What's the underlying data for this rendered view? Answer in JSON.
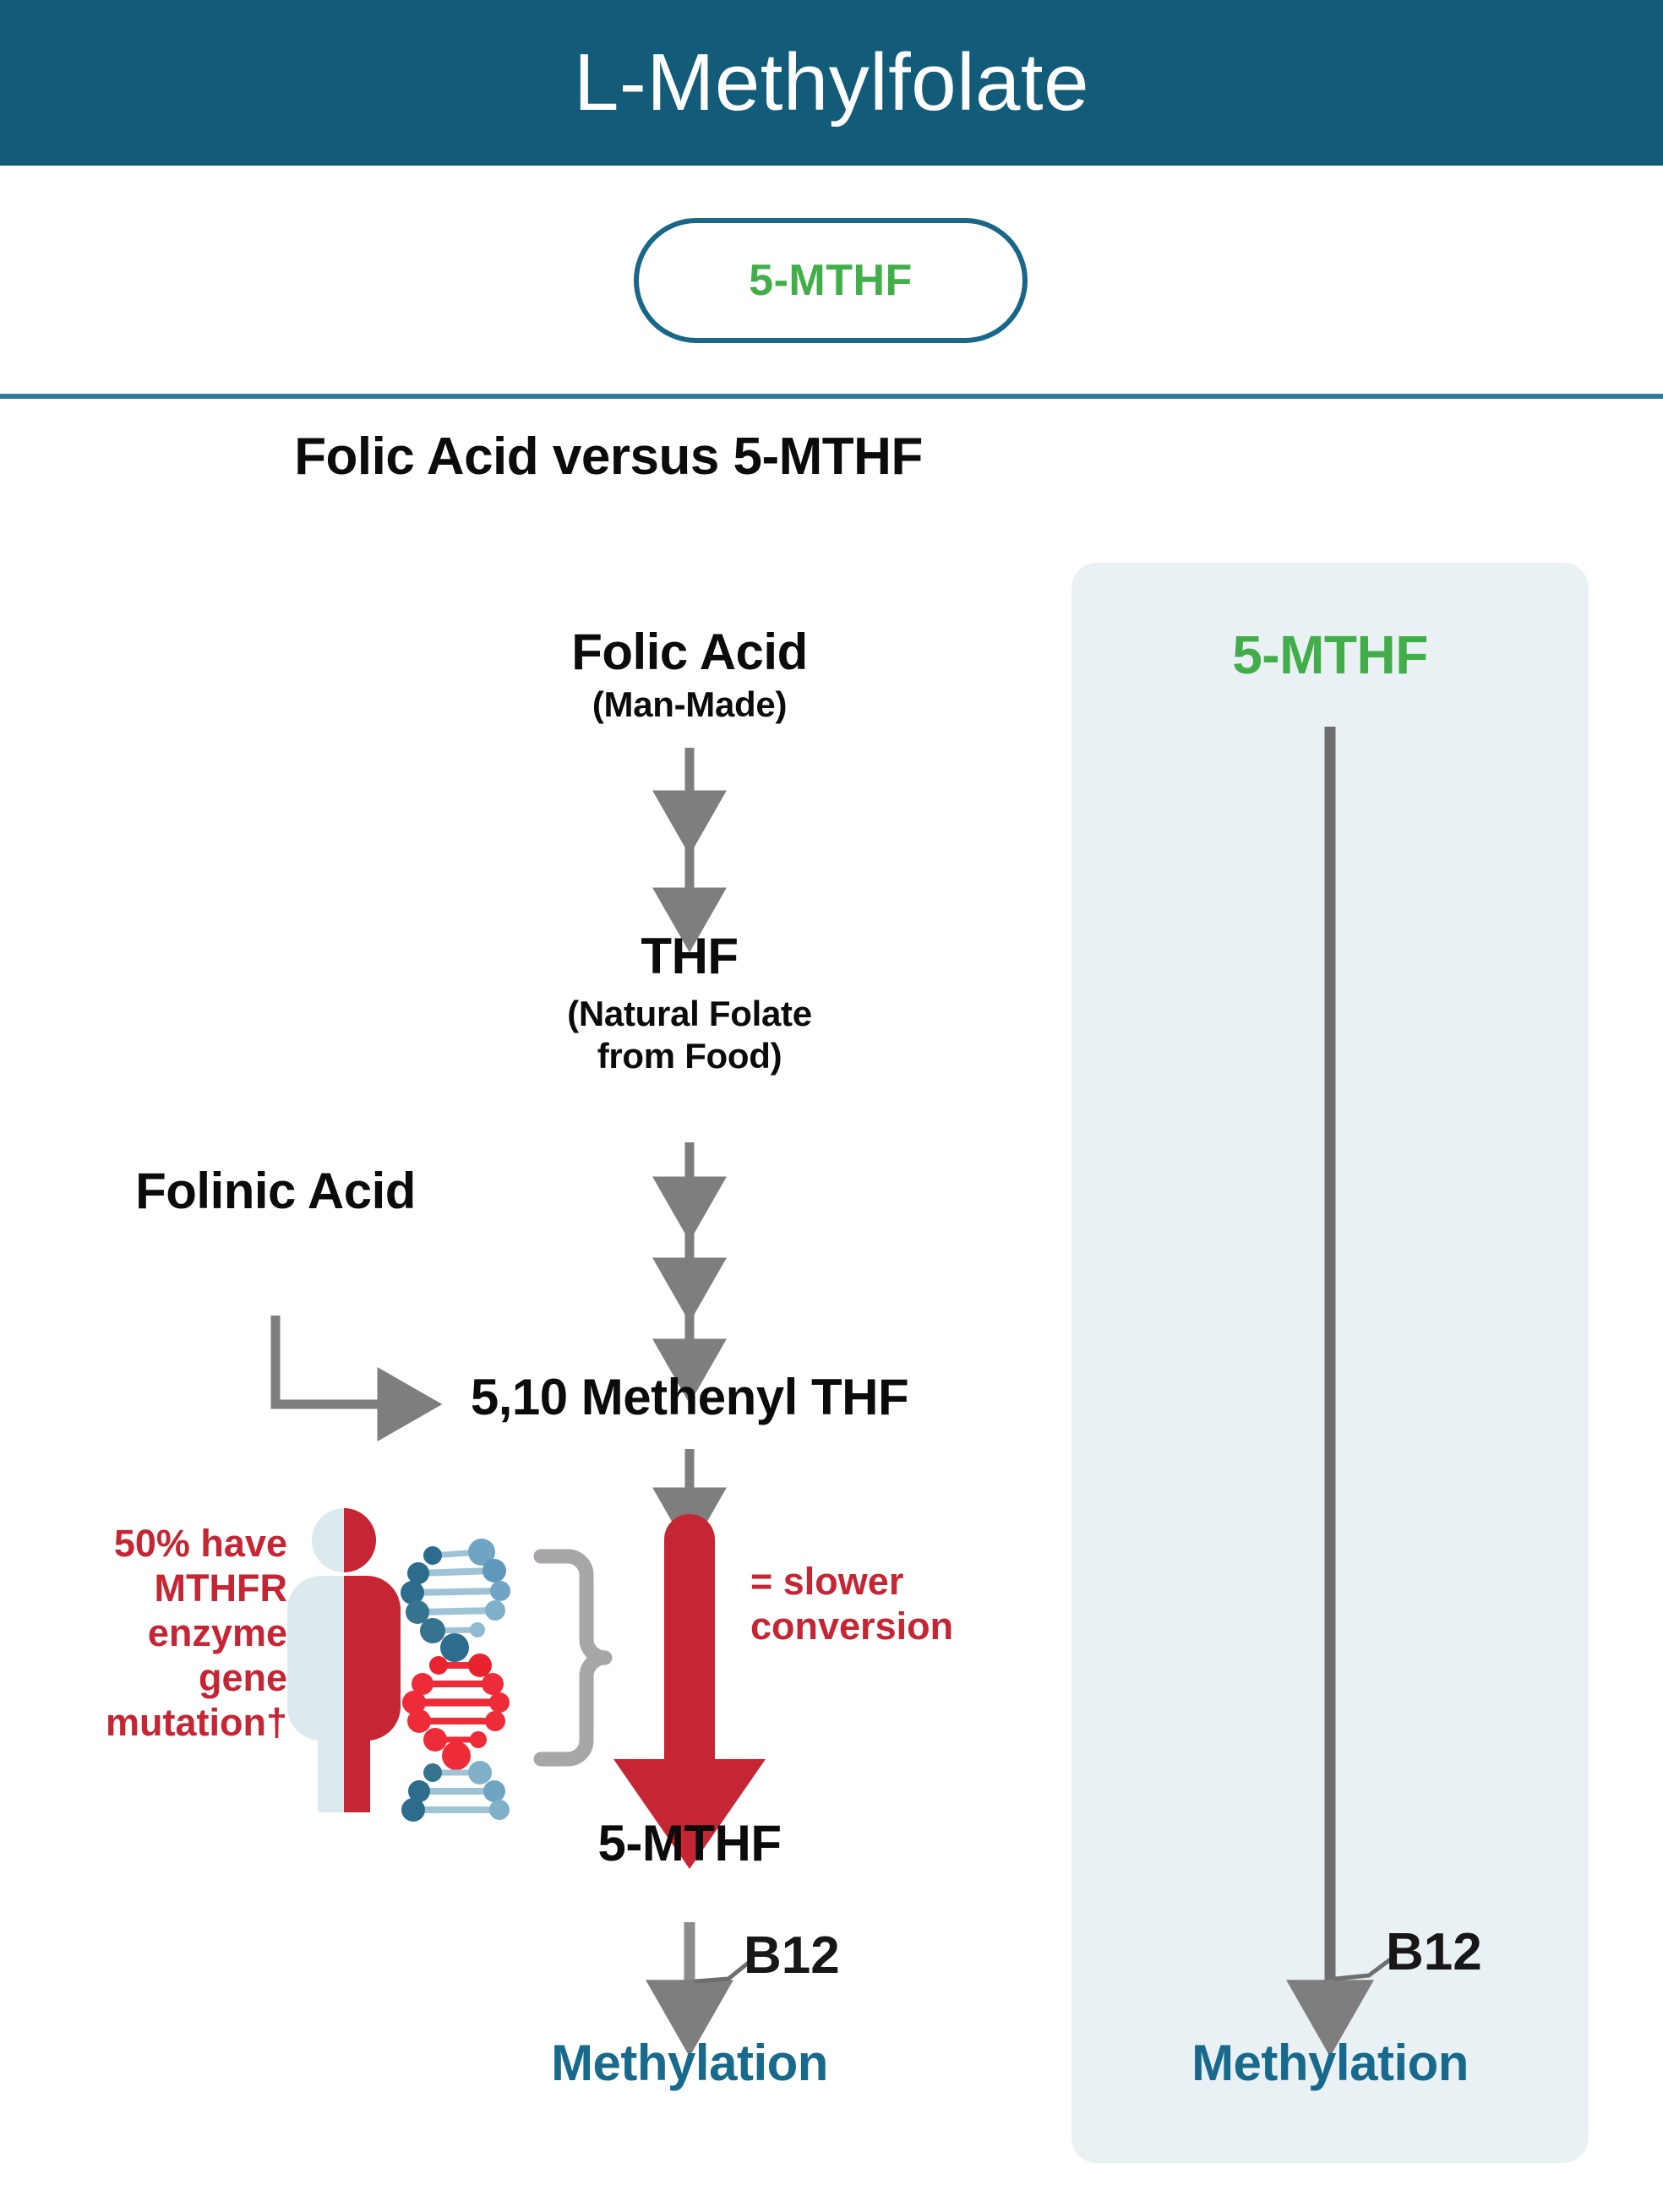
{
  "header": {
    "title": "L-Methylfolate",
    "bg_color": "#135C79",
    "text_color": "#FFFFFF"
  },
  "pill": {
    "label": "5-MTHF",
    "text_color": "#42AE49",
    "border_color": "#186688"
  },
  "divider": {
    "color": "#2D7A96"
  },
  "section": {
    "title": "Folic Acid versus 5-MTHF"
  },
  "colors": {
    "teal": "#176A8C",
    "green": "#42AE49",
    "red": "#C62534",
    "gray_arrow": "#7E7E7E",
    "panel_bg": "#EAF1F5",
    "dna_blue_dark": "#2E6C8E",
    "dna_blue_light": "#7FAFC9",
    "person_light": "#DCE9EE"
  },
  "left_flow": {
    "folic_acid_title": "Folic Acid",
    "folic_acid_sub": "(Man-Made)",
    "thf_title": "THF",
    "thf_sub_line1": "(Natural Folate",
    "thf_sub_line2": "from Food)",
    "folinic_acid": "Folinic Acid",
    "methenyl_thf": "5,10 Methenyl THF",
    "mthfr_note_line1": "50% have",
    "mthfr_note_line2": "MTHFR",
    "mthfr_note_line3": "enzyme",
    "mthfr_note_line4": "gene",
    "mthfr_note_line5": "mutation†",
    "slower_line1": "= slower",
    "slower_line2": "conversion",
    "mthf": "5-MTHF",
    "b12": "B12",
    "methylation": "Methylation"
  },
  "right_flow": {
    "mthf": "5-MTHF",
    "b12": "B12",
    "methylation": "Methylation"
  },
  "icons": {
    "person": "person-icon",
    "dna": "dna-helix-icon",
    "brace": "curly-brace-icon",
    "red_arrow": "red-down-arrow-icon"
  }
}
